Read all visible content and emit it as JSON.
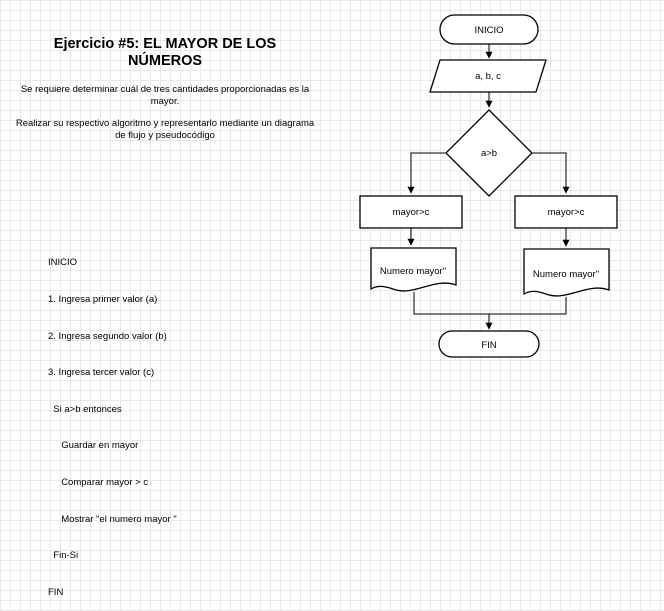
{
  "title": "Ejercicio #5: EL MAYOR DE LOS NÚMEROS",
  "description": [
    "Se requiere determinar cuál de tres cantidades proporcionadas es la mayor.",
    "Realizar su respectivo algoritmo y representarlo mediante un diagrama de flujo y pseudocódigo"
  ],
  "pseudocode": [
    "INICIO",
    "1. Ingresa primer valor (a)",
    "2. Ingresa segundo valor (b)",
    "3. Ingresa tercer valor (c)",
    "  Si a>b entonces",
    "     Guardar en mayor",
    "     Comparar mayor > c",
    "     Mostrar \"el numero mayor \"",
    "  Fin-Si",
    "FIN"
  ],
  "flowchart": {
    "start": "INICIO",
    "input": "a, b, c",
    "decision": "a>b",
    "left_process": "mayor>c",
    "right_process": "mayor>c",
    "left_output": "Numero mayor\"",
    "right_output": "Numero mayor\"",
    "end": "FIN"
  }
}
